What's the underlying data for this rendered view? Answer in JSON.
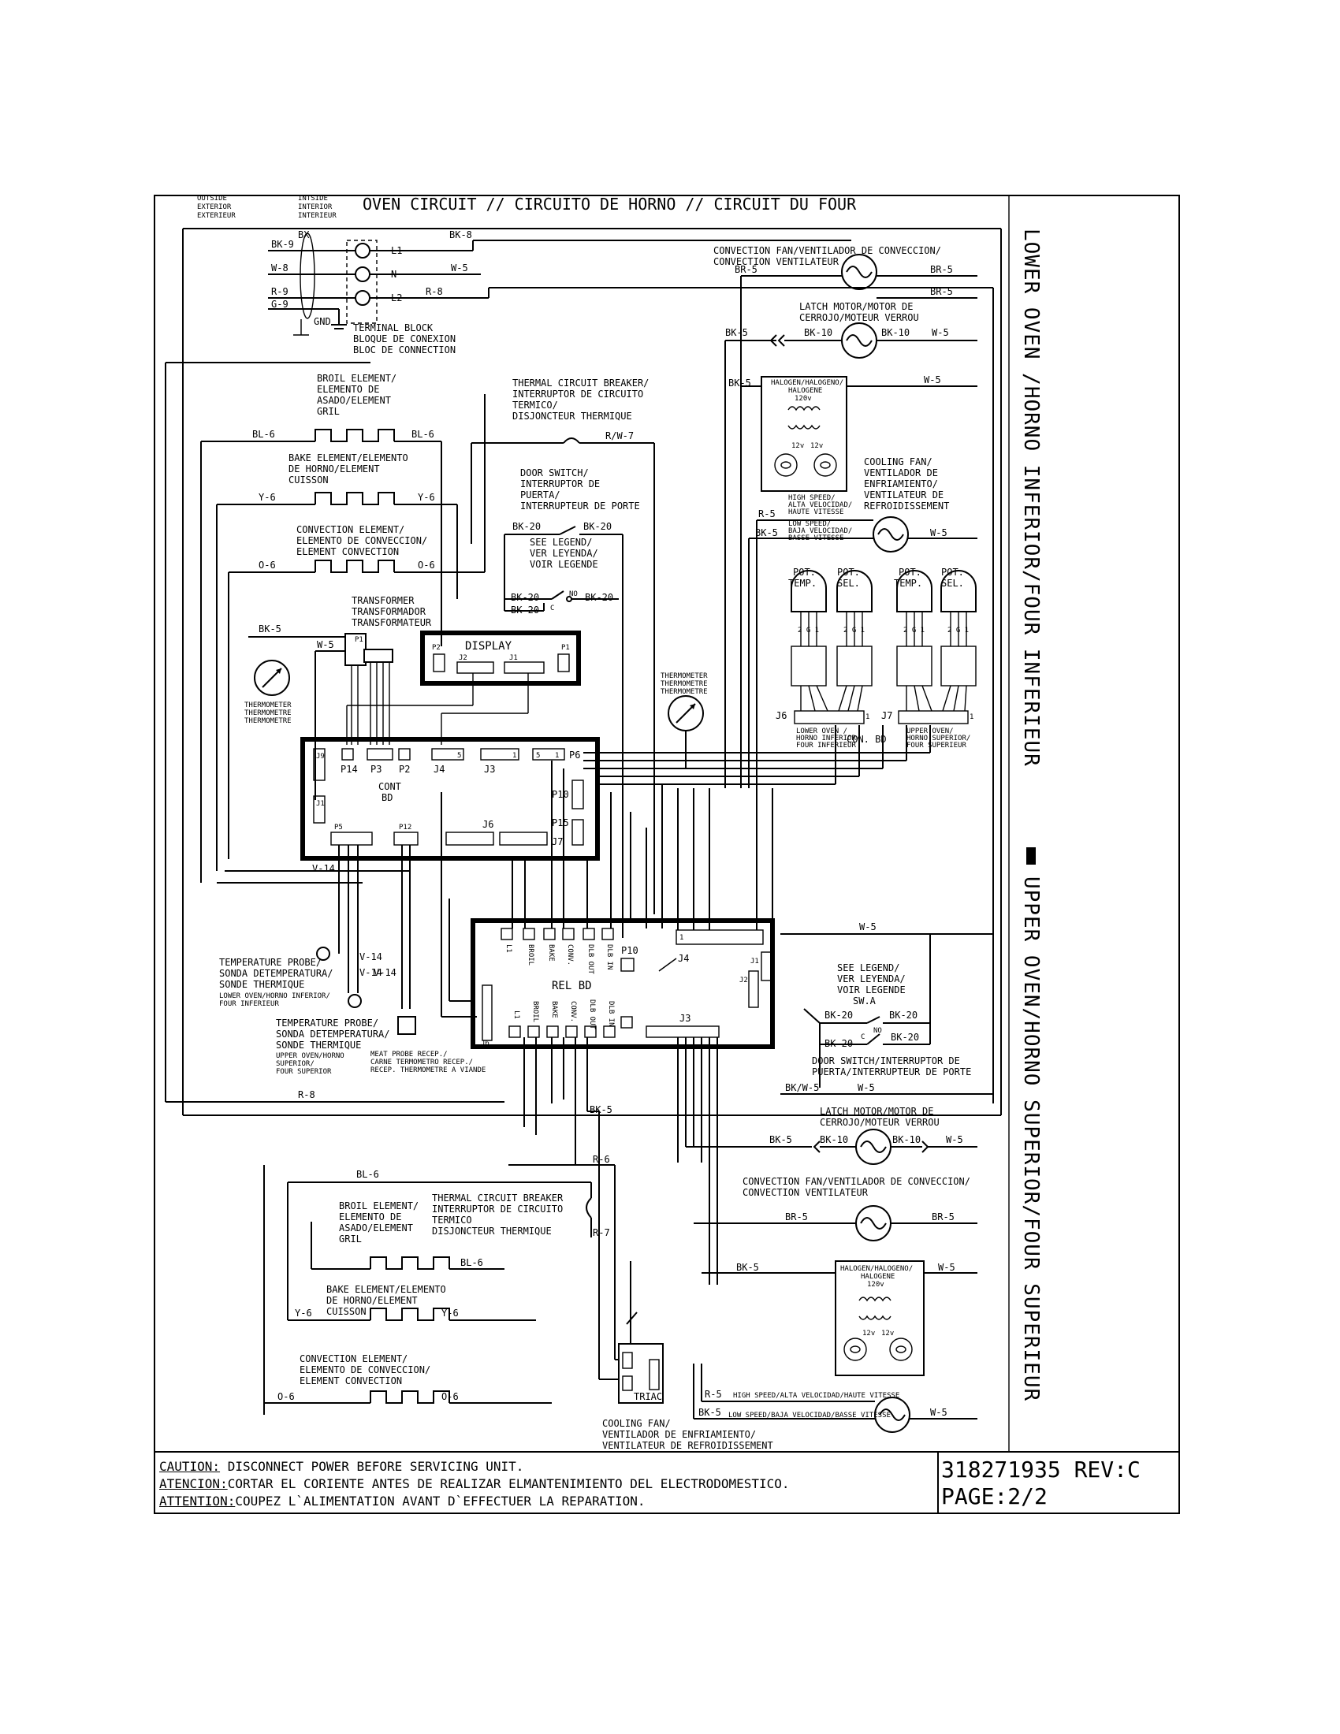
{
  "title": "OVEN CIRCUIT // CIRCUITO DE HORNO // CIRCUIT DU FOUR",
  "zones": {
    "outside": [
      "OUTSIDE",
      "EXTERIOR",
      "EXTERIEUR"
    ],
    "inside": [
      "INTSIDE",
      "INTERIOR",
      "INTERIEUR"
    ]
  },
  "side_labels": {
    "lower": "LOWER OVEN /HORNO INFERIOR/FOUR INFERIEUR",
    "upper": "UPPER OVEN/HORNO SUPERIOR/FOUR SUPERIEUR"
  },
  "supply": {
    "bx": "BX",
    "bk9": "BK-9",
    "w8": "W-8",
    "r9": "R-9",
    "g9": "G-9",
    "gnd": "GND",
    "l1": "L1",
    "n": "N",
    "l2": "L2",
    "terminal_block": [
      "TERMINAL BLOCK",
      "BLOQUE DE CONEXION",
      "BLOC DE CONNECTION"
    ]
  },
  "wires": {
    "bk8": "BK-8",
    "w5": "W-5",
    "r8": "R-8",
    "bl6": "BL-6",
    "y6": "Y-6",
    "o6": "O-6",
    "bk5": "BK-5",
    "br5": "BR-5",
    "bk10": "BK-10",
    "r5": "R-5",
    "rw7": "R/W-7",
    "bk20": "BK-20",
    "v14": "V-14",
    "r6": "R-6",
    "r7": "R-7",
    "bkw5": "BK/W-5",
    "no": "NO",
    "c": "C"
  },
  "lower": {
    "broil": [
      "BROIL ELEMENT/",
      "ELEMENTO DE",
      "ASADO/ELEMENT",
      "GRIL"
    ],
    "bake": [
      "BAKE ELEMENT/ELEMENTO",
      "DE HORNO/ELEMENT",
      "CUISSON"
    ],
    "convection": [
      "CONVECTION ELEMENT/",
      "ELEMENTO DE CONVECCION/",
      "ELEMENT CONVECTION"
    ],
    "thermal": [
      "THERMAL CIRCUIT BREAKER/",
      "INTERRUPTOR DE CIRCUITO",
      "TERMICO/",
      "DISJONCTEUR THERMIQUE"
    ],
    "door": [
      "DOOR SWITCH/",
      "INTERRUPTOR DE",
      "PUERTA/",
      "INTERRUPTEUR DE PORTE"
    ],
    "legend": [
      "SEE LEGEND/",
      "VER LEYENDA/",
      "VOIR LEGENDE"
    ],
    "transformer": [
      "TRANSFORMER",
      "TRANSFORMADOR",
      "TRANSFORMATEUR"
    ],
    "thermometer": [
      "THERMOMETER",
      "THERMOMETRE",
      "THERMOMETRE"
    ],
    "conv_fan": [
      "CONVECTION FAN/VENTILADOR DE CONVECCION/",
      "CONVECTION VENTILATEUR"
    ],
    "latch": [
      "LATCH MOTOR/MOTOR DE",
      "CERROJO/MOTEUR VERROU"
    ],
    "halogen": [
      "HALOGEN/HALOGENO/",
      "HALOGENE",
      "120v"
    ],
    "cooling_fan": [
      "COOLING FAN/",
      "VENTILADOR DE",
      "ENFRIAMIENTO/",
      "VENTILATEUR DE",
      "REFROIDISSEMENT"
    ],
    "fan_high": [
      "HIGH SPEED/",
      "ALTA VELOCIDAD/",
      "HAUTE VITESSE"
    ],
    "fan_low": [
      "LOW SPEED/",
      "BAJA VELOCIDAD/",
      "BASSE VITESSE"
    ],
    "temp_probe": [
      "TEMPERATURE PROBE/",
      "SONDA DETEMPERATURA/",
      "SONDE THERMIQUE"
    ],
    "temp_probe_loc": [
      "LOWER OVEN/HORNO INFERIOR/",
      "FOUR INFERIEUR"
    ]
  },
  "pots": {
    "temp": [
      "POT.",
      "TEMP."
    ],
    "sel": [
      "POT.",
      "SEL."
    ],
    "pins": "2 G 1",
    "j6_loc": [
      "LOWER OVEN /",
      "HORNO INFERIOR/",
      "FOUR INFERIEUR"
    ],
    "j7_loc": [
      "UPPER OVEN/",
      "HORNO SUPERIOR/",
      "FOUR SUPERIEUR"
    ],
    "con_bd": "CON. BD"
  },
  "boards": {
    "display": "DISPLAY",
    "cont_bd": [
      "CONT",
      "BD"
    ],
    "rel_bd": "REL BD",
    "triac": "TRIAC",
    "connectors": {
      "p1": "P1",
      "p2": "P2",
      "p3": "P3",
      "p5": "P5",
      "p6": "P6",
      "p10": "P10",
      "p12": "P12",
      "p14": "P14",
      "p15": "P15",
      "j1": "J1",
      "j2": "J2",
      "j3": "J3",
      "j4": "J4",
      "j6": "J6",
      "j7": "J7",
      "j9": "J9",
      "one": "1",
      "five": "5"
    },
    "relay_pins": [
      "L1",
      "BROIL",
      "BAKE",
      "CONV.",
      "DLB OUT",
      "DLB IN"
    ],
    "relay_pins_bottom": [
      "L1",
      "BROIL",
      "BAKE",
      "CONV.",
      "DLB OUT",
      "DLB IN"
    ]
  },
  "upper": {
    "temp_probe": [
      "TEMPERATURE PROBE/",
      "SONDA DETEMPERATURA/",
      "SONDE THERMIQUE"
    ],
    "temp_probe_loc": [
      "UPPER OVEN/HORNO",
      "SUPERIOR/",
      "FOUR SUPERIOR"
    ],
    "meat_probe": [
      "MEAT PROBE RECEP./",
      "CARNE TERMOMETRO RECEP./",
      "RECEP. THERMOMETRE A VIANDE"
    ],
    "legend": [
      "SEE LEGEND/",
      "VER LEYENDA/",
      "VOIR LEGENDE",
      "SW.A"
    ],
    "door": [
      "DOOR SWITCH/INTERRUPTOR DE",
      "PUERTA/INTERRUPTEUR DE PORTE"
    ],
    "latch": [
      "LATCH MOTOR/MOTOR DE",
      "CERROJO/MOTEUR VERROU"
    ],
    "conv_fan": [
      "CONVECTION FAN/VENTILADOR DE CONVECCION/",
      "CONVECTION VENTILATEUR"
    ],
    "broil": [
      "BROIL ELEMENT/",
      "ELEMENTO DE",
      "ASADO/ELEMENT",
      "GRIL"
    ],
    "thermal": [
      "THERMAL CIRCUIT BREAKER",
      "INTERRUPTOR DE CIRCUITO",
      "TERMICO",
      "DISJONCTEUR THERMIQUE"
    ],
    "bake": [
      "BAKE ELEMENT/ELEMENTO",
      "DE HORNO/ELEMENT",
      "CUISSON"
    ],
    "convection": [
      "CONVECTION ELEMENT/",
      "ELEMENTO DE CONVECCION/",
      "ELEMENT CONVECTION"
    ],
    "cooling_fan": [
      "COOLING FAN/",
      "VENTILADOR DE ENFRIAMIENTO/",
      "VENTILATEUR DE REFROIDISSEMENT"
    ],
    "fan_high": "HIGH SPEED/ALTA VELOCIDAD/HAUTE VITESSE",
    "fan_low": "LOW SPEED/BAJA VELOCIDAD/BASSE VITESSE",
    "halogen": [
      "HALOGEN/HALOGENO/",
      "HALOGENE",
      "120v"
    ],
    "v12": "12v"
  },
  "footer": {
    "caution_label": "CAUTION:",
    "caution_text": " DISCONNECT POWER BEFORE SERVICING UNIT.",
    "atencion_label": "ATENCION:",
    "atencion_text": "CORTAR EL CORIENTE ANTES DE REALIZAR ELMANTENIMIENTO DEL ELECTRODOMESTICO.",
    "attention_label": "ATTENTION:",
    "attention_text": "COUPEZ L`ALIMENTATION AVANT D`EFFECTUER LA REPARATION.",
    "part_number": "318271935 REV:C",
    "page": "PAGE:2/2"
  }
}
